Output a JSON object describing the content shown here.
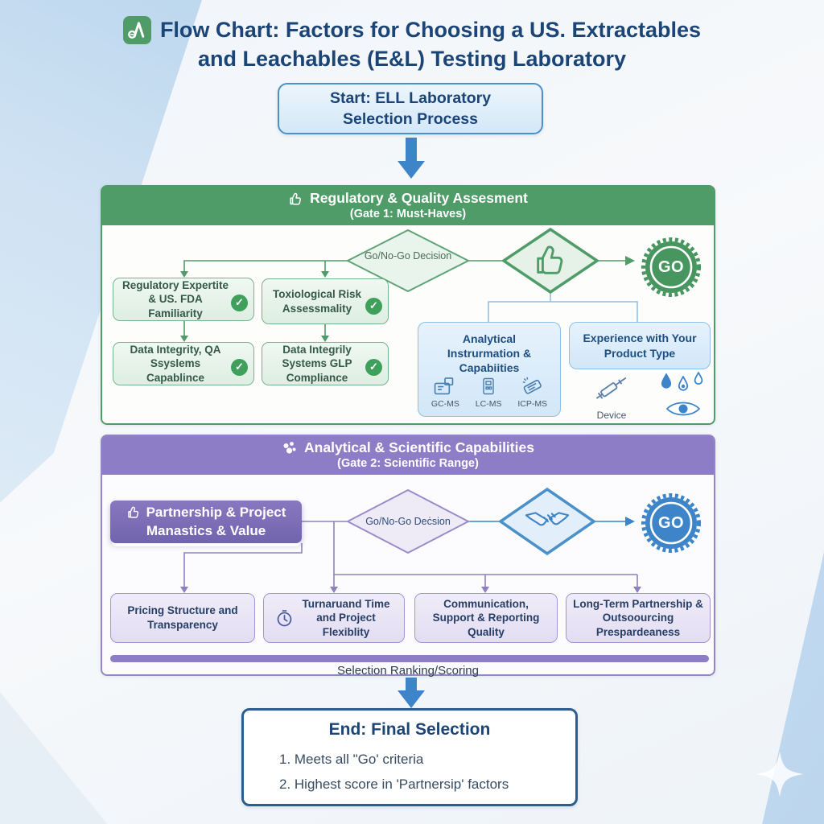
{
  "title": {
    "line1": "Flow Chart: Factors for Choosing a US. Extractables",
    "line2": "and Leachables (E&L) Testing Laboratory"
  },
  "start": {
    "line1": "Start: ELL Laboratory",
    "line2": "Selection Process"
  },
  "gate1": {
    "title": "Regulatory & Quality Assesment",
    "subtitle": "(Gate 1: Must-Haves)",
    "decision_label": "Go/No-Go Decision",
    "go_label": "GO",
    "criteria": [
      {
        "label": "Regulatory Expertite & US. FDA Familiarity"
      },
      {
        "label": "Toxiological Risk Assessmality"
      },
      {
        "label": "Data Integrity, QA Ssyslems Capablince"
      },
      {
        "label": "Data Integrily Systems GLP Compliance"
      }
    ],
    "instrumentation": {
      "title": "Analytical Instrurmation & Capabiities",
      "instruments": [
        {
          "label": "GC-MS"
        },
        {
          "label": "LC-MS"
        },
        {
          "label": "ICP-MS"
        }
      ]
    },
    "experience": {
      "title": "Experience with Your Product Type",
      "device_label": "Device"
    }
  },
  "gate2": {
    "title": "Analytical & Scientific Capabilities",
    "subtitle": "(Gate 2: Scientific Range)",
    "partnership": {
      "line1": "Partnership & Project",
      "line2": "Manastics & Value"
    },
    "decision_label": "Go/No-Go Deċsion",
    "go_label": "GO",
    "factors": [
      {
        "label": "Pricing Structure and Transparency"
      },
      {
        "label": "Turnaruand Time and Project Flexiblity"
      },
      {
        "label": "Communication, Support & Reporting Quality"
      },
      {
        "label": "Long-Term Partnership & Outsoourcing Prespardeaness"
      }
    ],
    "ranking_label": "Selection Ranking/Scoring"
  },
  "end": {
    "title": "End: Final Selection",
    "items": [
      "1. Meets all \"Go' criteria",
      "2. Highest score in 'Partnersip' factors"
    ]
  },
  "icons": {
    "check": "✓"
  },
  "colors": {
    "green": "#4f9c68",
    "purple": "#8d7dc6",
    "blue": "#3d85c8",
    "navy": "#1b4577",
    "check_green": "#3fa05c"
  }
}
